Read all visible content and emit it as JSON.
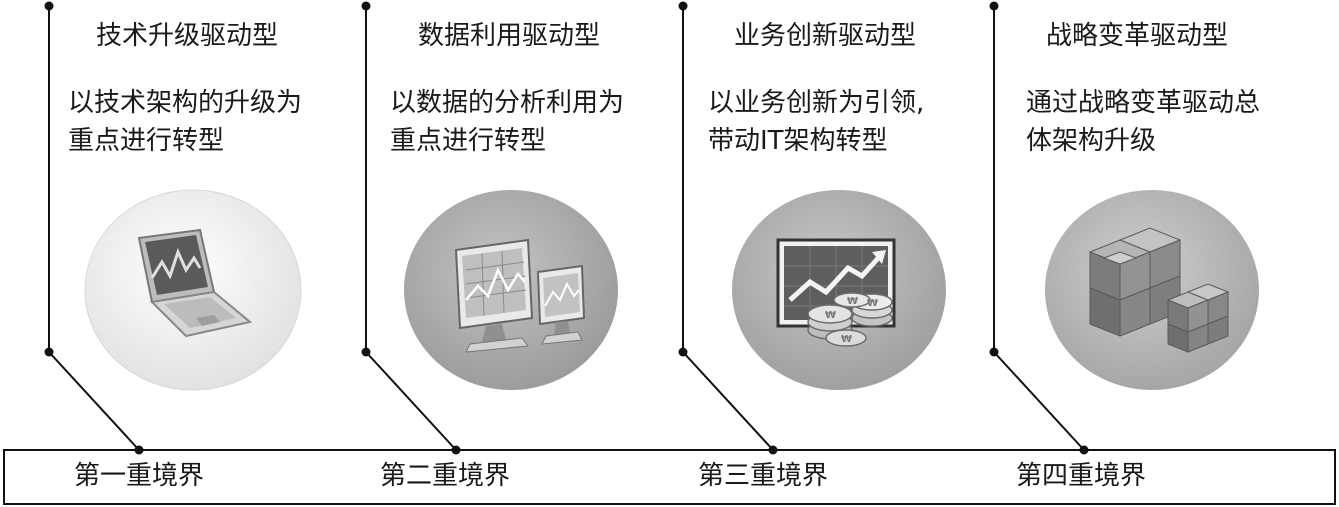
{
  "stages": [
    {
      "title": "技术升级驱动型",
      "desc_lines": [
        "以技术架构的升级为",
        "重点进行转型"
      ],
      "level": "第一重境界",
      "icon": "laptop-icon"
    },
    {
      "title": "数据利用驱动型",
      "desc_lines": [
        "以数据的分析利用为",
        "重点进行转型"
      ],
      "level": "第二重境界",
      "icon": "data-monitors-icon"
    },
    {
      "title": "业务创新驱动型",
      "desc_lines": [
        "以业务创新为引领,",
        "带动IT架构转型"
      ],
      "level": "第三重境界",
      "icon": "growth-chart-coins-icon"
    },
    {
      "title": "战略变革驱动型",
      "desc_lines": [
        "通过战略变革驱动总",
        "体架构升级"
      ],
      "level": "第四重境界",
      "icon": "cubes-icon"
    }
  ],
  "colors": {
    "line": "#111111",
    "circle_light": "#ececec",
    "circle_mid": "#a8a8a8",
    "circle_dark": "#9a9a9a"
  }
}
